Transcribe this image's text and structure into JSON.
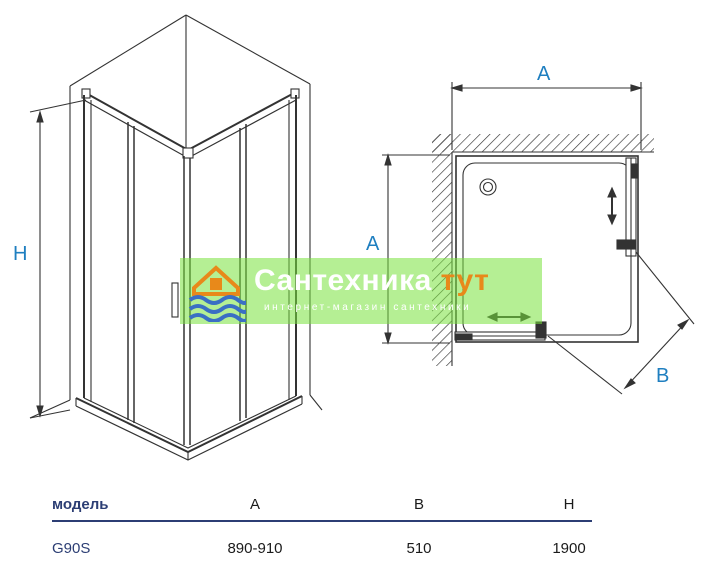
{
  "dimensions": {
    "height_label": "H",
    "width_label": "A",
    "depth_label": "A",
    "diagonal_label": "B"
  },
  "watermark": {
    "title_main": "Сантехника",
    "title_accent": "тут",
    "subtitle": "интернет-магазин сантехники"
  },
  "table": {
    "headers": [
      "модель",
      "A",
      "B",
      "H"
    ],
    "rows": [
      [
        "G90S",
        "890-910",
        "510",
        "1900"
      ]
    ]
  },
  "colors": {
    "line": "#333333",
    "dimension_text": "#1f7fc0",
    "table_accent": "#2c3e74",
    "watermark_green": "#78e13c",
    "watermark_orange": "#e8891a"
  }
}
